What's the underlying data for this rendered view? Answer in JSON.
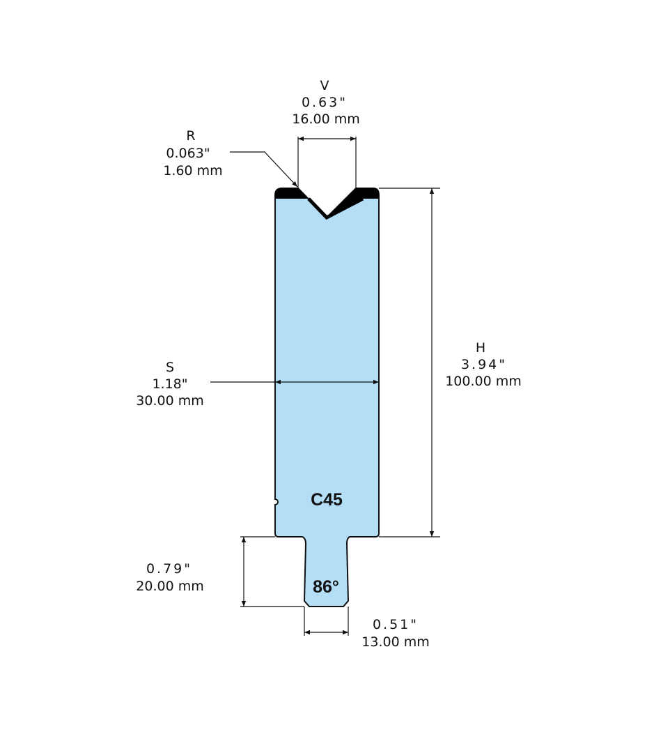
{
  "colors": {
    "body_fill": "#b3def6",
    "outline": "#111111",
    "cap": "#000000"
  },
  "material": "C45",
  "angle": "86°",
  "dimensions": {
    "V": {
      "label": "V",
      "inch": "0.63\"",
      "mm": "16.00 mm"
    },
    "R": {
      "label": "R",
      "inch": "0.063\"",
      "mm": "1.60 mm"
    },
    "H": {
      "label": "H",
      "inch": "3.94\"",
      "mm": "100.00 mm"
    },
    "S": {
      "label": "S",
      "inch": "1.18\"",
      "mm": "30.00 mm"
    },
    "tang_height": {
      "inch": "0.79\"",
      "mm": "20.00 mm"
    },
    "tang_width": {
      "inch": "0.51\"",
      "mm": "13.00 mm"
    }
  }
}
